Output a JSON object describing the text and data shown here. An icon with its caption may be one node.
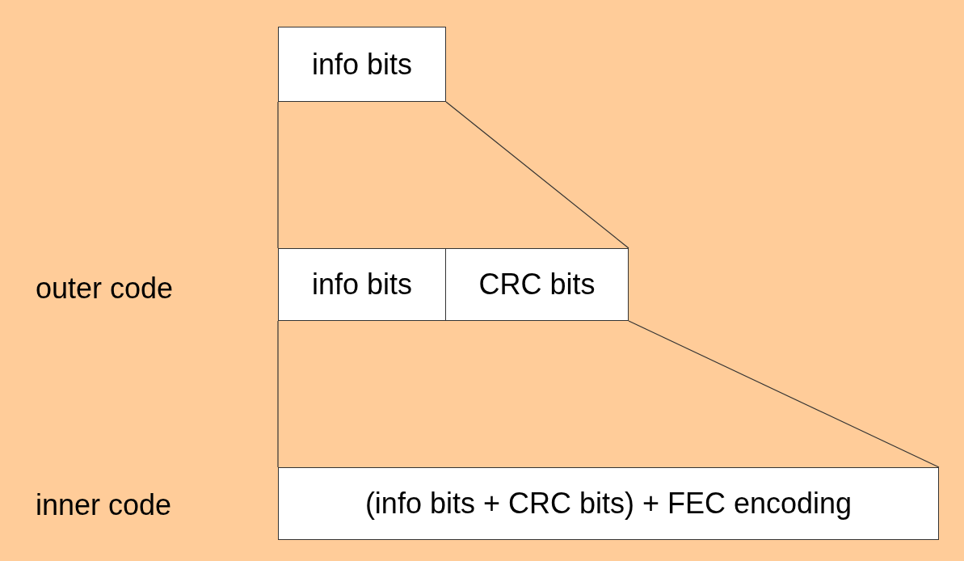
{
  "diagram": {
    "nodes": [
      {
        "text": [
          "info bits"
        ]
      },
      {
        "text": [
          "info bits"
        ]
      },
      {
        "text": [
          "CRC bits"
        ]
      },
      {
        "text": [
          "(info bits + CRC bits) + FEC encoding"
        ]
      }
    ],
    "edges": [
      {
        "from": 0,
        "to": 1,
        "arrow": "none"
      },
      {
        "from": 0,
        "to": 2,
        "arrow": "none"
      },
      {
        "from": 1,
        "to": 3,
        "arrow": "none"
      },
      {
        "from": 2,
        "to": 3,
        "arrow": "none"
      }
    ],
    "labels": [
      "outer code",
      "inner code"
    ]
  }
}
